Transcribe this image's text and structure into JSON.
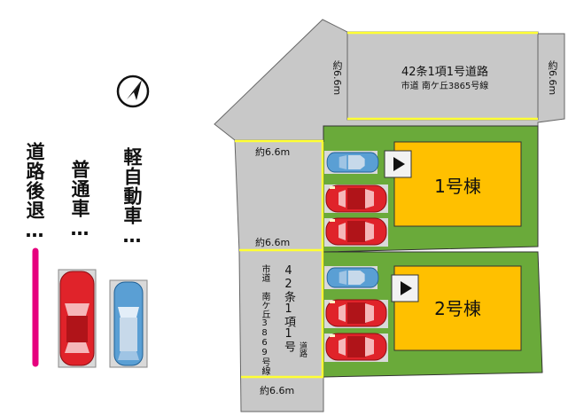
{
  "legend": {
    "back": "道路後退…",
    "normal": "普通車…",
    "light": "軽自動車…"
  },
  "road_top": {
    "title": "42条1項1号道路",
    "subtitle": "市道 南ケ丘3865号線"
  },
  "road_left": {
    "title": "42条1項1号",
    "suffix": "道路",
    "subtitle": "市道 南ケ丘3869号線"
  },
  "dimensions": {
    "top_left_v": "約6.6m",
    "top_right_v": "約6.6m",
    "mid_top": "約6.6m",
    "mid_mid": "約6.6m",
    "bottom": "約6.6m"
  },
  "houses": [
    {
      "label": "1号棟"
    },
    {
      "label": "2号棟"
    }
  ],
  "colors": {
    "lot_green": "#6aaa3a",
    "house_yellow": "#ffc000",
    "road_gray": "#c8c8c8",
    "boundary_yellow": "#ffff33",
    "setback_magenta": "#e6007e",
    "car_red": "#e0232a",
    "car_blue": "#5a9fd4"
  }
}
